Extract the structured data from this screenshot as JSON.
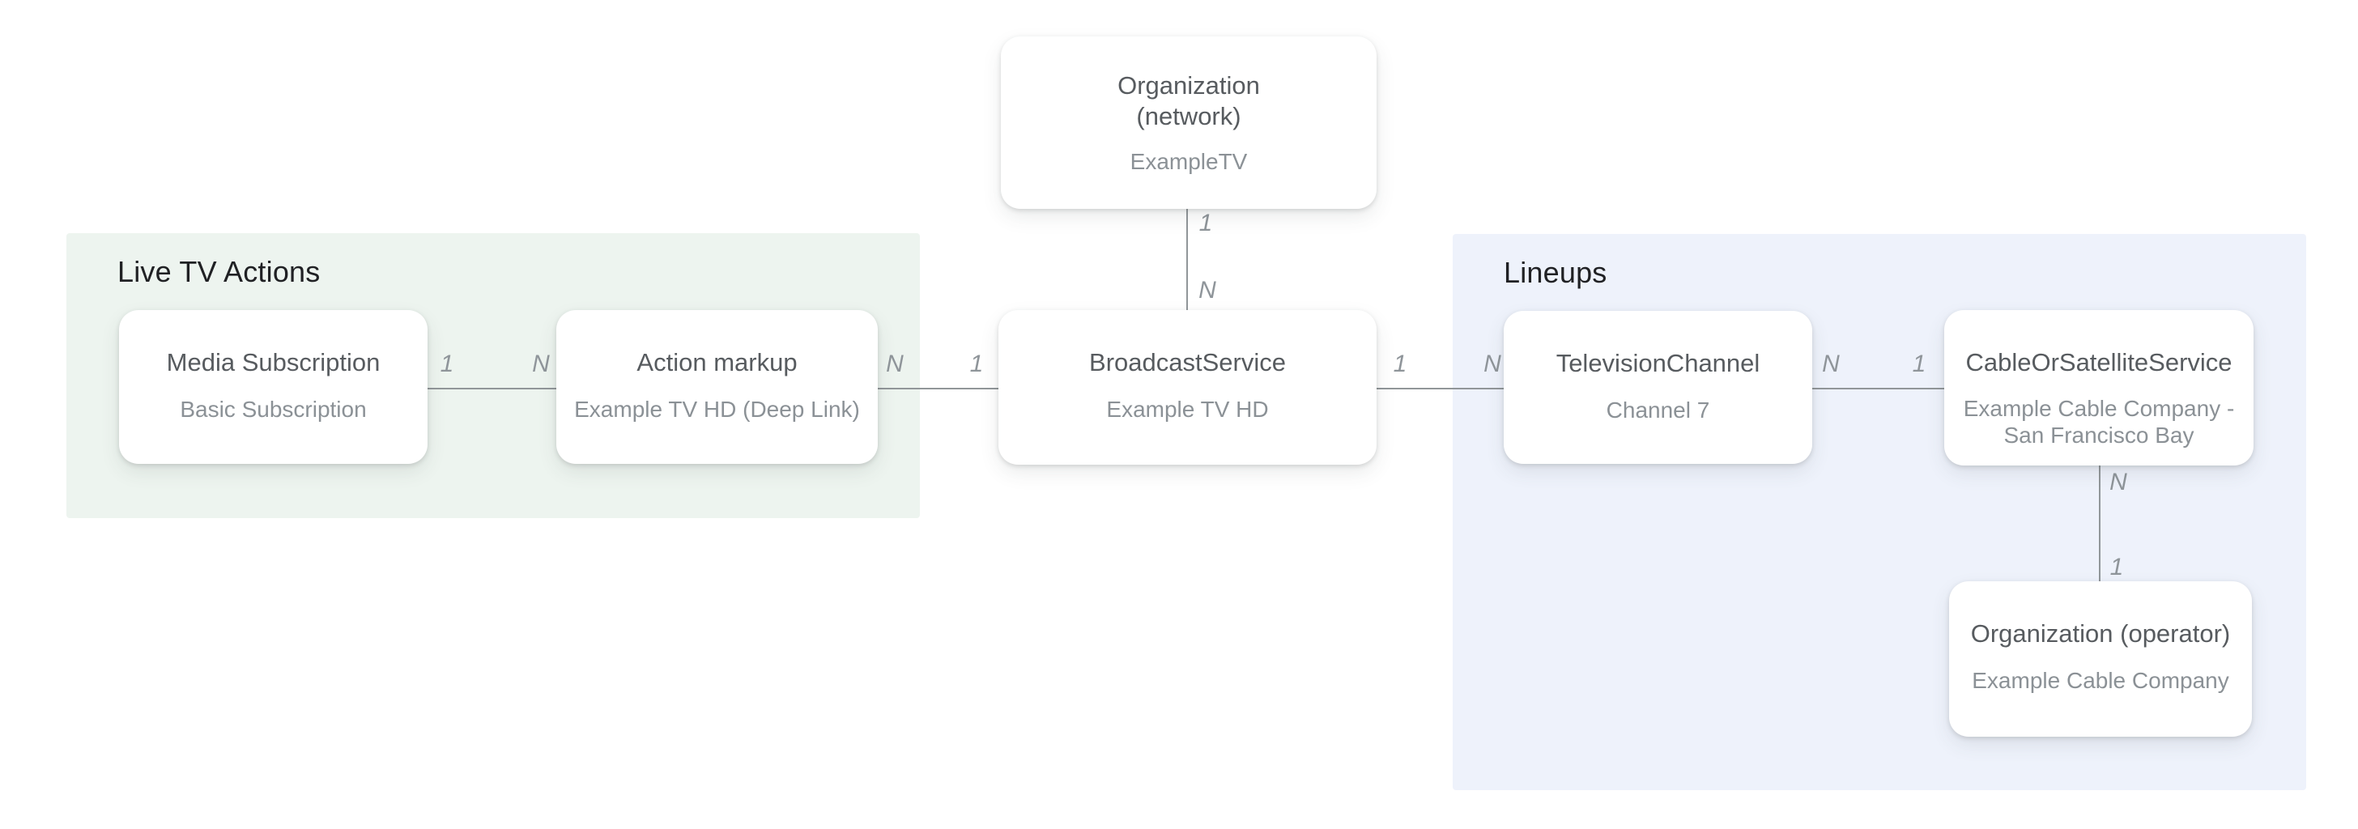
{
  "diagram": {
    "panels": {
      "live_tv_actions": {
        "title": "Live TV Actions"
      },
      "lineups": {
        "title": "Lineups"
      }
    },
    "nodes": {
      "org_network": {
        "title": "Organization\n(network)",
        "subtitle": "ExampleTV"
      },
      "media_subscription": {
        "title": "Media Subscription",
        "subtitle": "Basic Subscription"
      },
      "action_markup": {
        "title": "Action markup",
        "subtitle": "Example TV HD (Deep Link)"
      },
      "broadcast_service": {
        "title": "BroadcastService",
        "subtitle": "Example TV HD"
      },
      "television_channel": {
        "title": "TelevisionChannel",
        "subtitle": "Channel 7"
      },
      "cable_or_satellite_service": {
        "title": "CableOrSatelliteService",
        "subtitle": "Example Cable Company -\nSan Francisco Bay"
      },
      "org_operator": {
        "title": "Organization (operator)",
        "subtitle": "Example Cable Company"
      }
    },
    "cardinalities": {
      "org_network_to_broadcast": [
        "1",
        "N"
      ],
      "media_to_action": [
        "1",
        "N"
      ],
      "action_to_broadcast": [
        "N",
        "1"
      ],
      "broadcast_to_tv": [
        "1",
        "N"
      ],
      "tv_to_cable": [
        "N",
        "1"
      ],
      "cable_to_operator": [
        "N",
        "1"
      ]
    },
    "colors": {
      "live_tv_actions_panel_bg": "#edf4ef",
      "lineups_panel_bg": "#eef2fb",
      "connector": "#919699",
      "node_title": "#575b5f",
      "node_subtitle": "#8b9196",
      "panel_title": "#202124"
    }
  }
}
